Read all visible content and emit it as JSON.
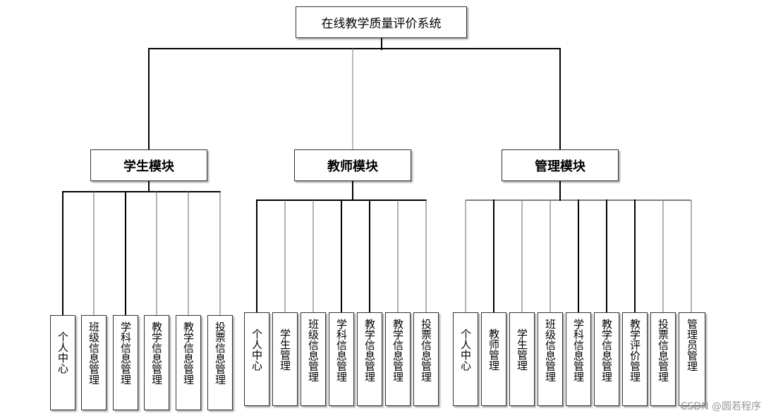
{
  "root": "在线教学质量评价系统",
  "modules": [
    {
      "name": "学生模块",
      "items": [
        "个人中心",
        "班级信息管理",
        "学科信息管理",
        "教学信息管理",
        "教学信息管理",
        "投票信息管理"
      ]
    },
    {
      "name": "教师模块",
      "items": [
        "个人中心",
        "学生管理",
        "班级信息管理",
        "学科信息管理",
        "教学信息管理",
        "教学信息管理",
        "投票信息管理"
      ]
    },
    {
      "name": "管理模块",
      "items": [
        "个人中心",
        "教师管理",
        "学生管理",
        "班级信息管理",
        "学科信息管理",
        "教学信息管理",
        "教学评价管理",
        "投票信息管理",
        "管理员管理"
      ]
    }
  ],
  "watermark": "CSDN @圆若程序"
}
